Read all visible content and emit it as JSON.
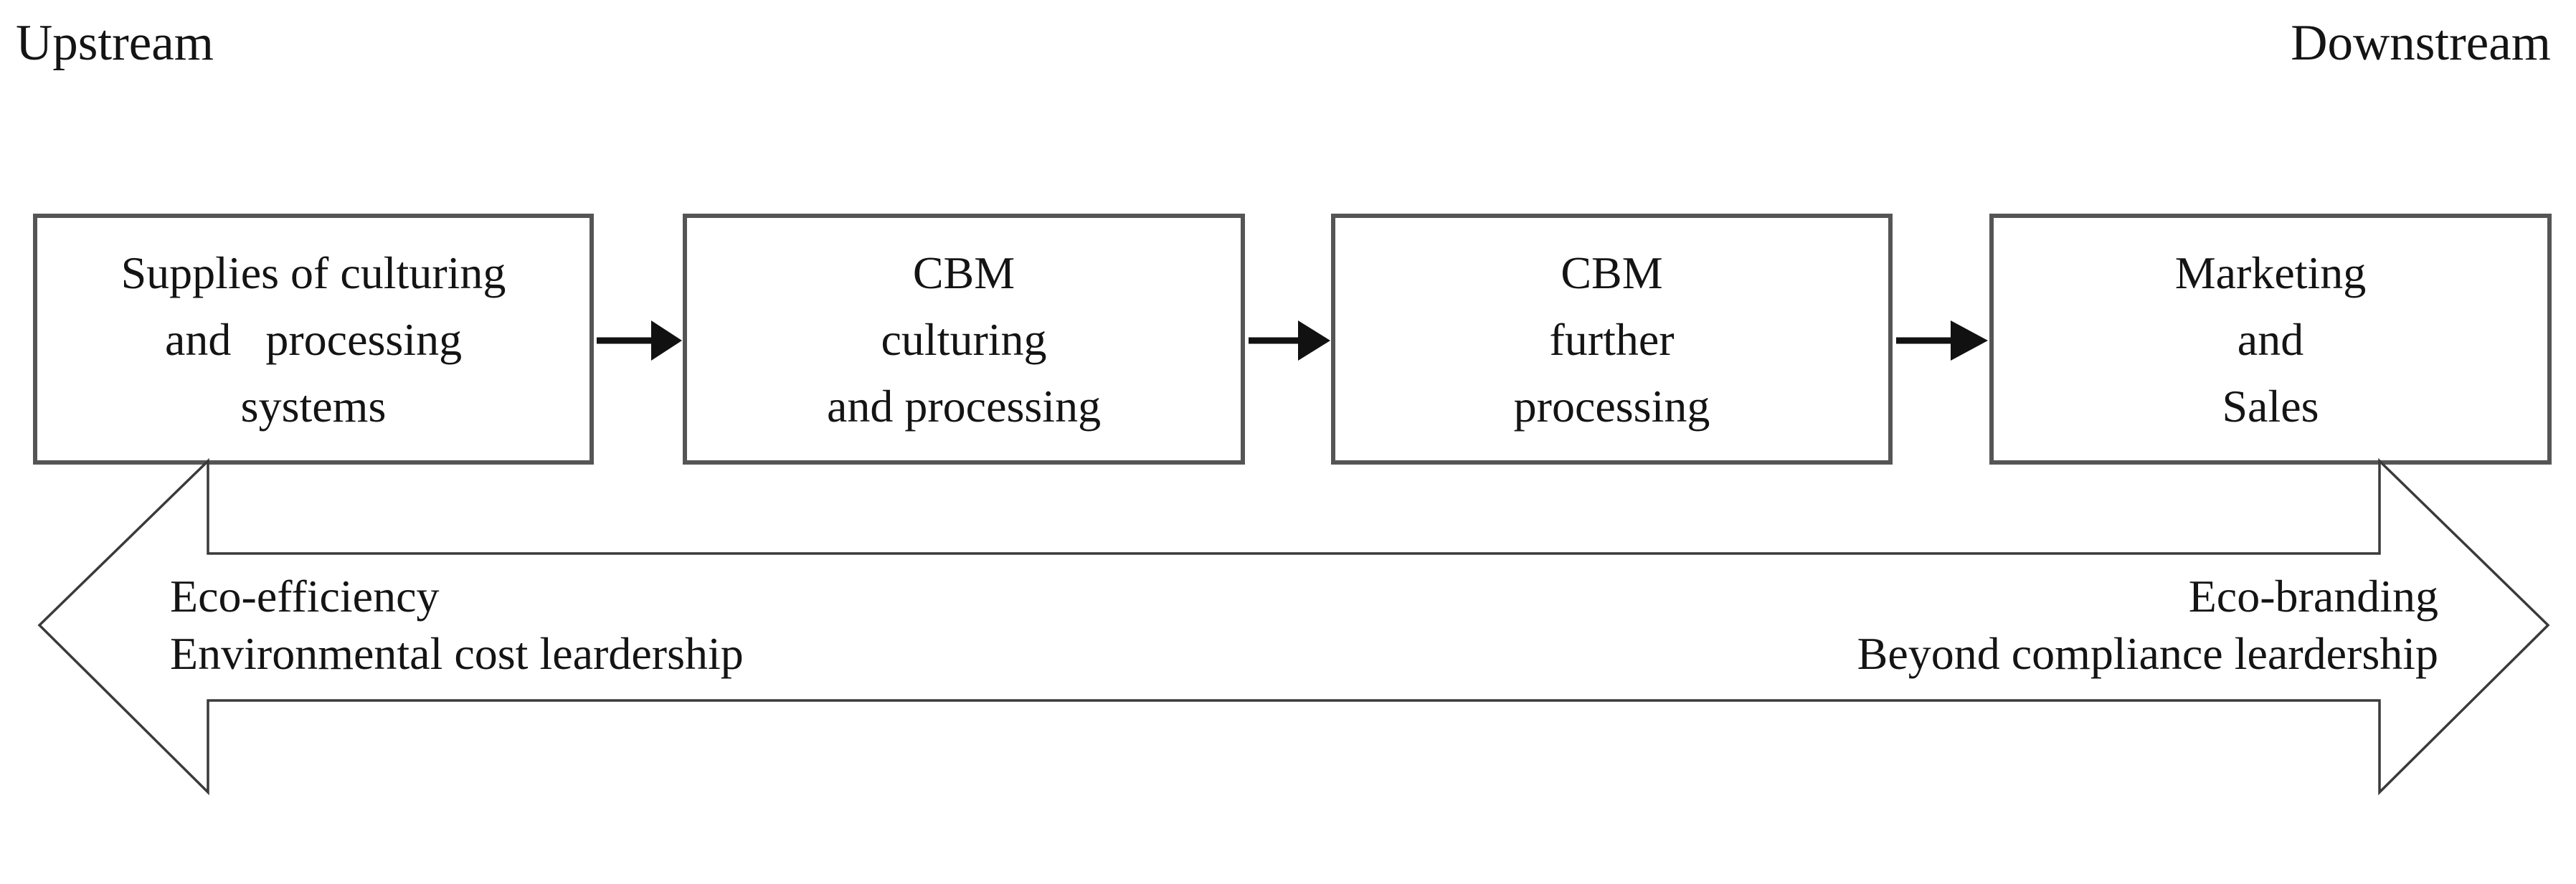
{
  "figure": {
    "upstream_label": "Upstream",
    "downstream_label": "Downstream"
  },
  "chain_boxes": [
    {
      "lines": [
        "Supplies of culturing",
        "and   processing",
        "systems"
      ]
    },
    {
      "lines": [
        "CBM",
        "culturing",
        "and processing"
      ]
    },
    {
      "lines": [
        "CBM",
        "further",
        "processing"
      ]
    },
    {
      "lines": [
        "Marketing",
        "and",
        "Sales"
      ]
    }
  ],
  "strategy_arrow": {
    "left_lines": [
      "Eco-efficiency",
      "Environmental cost leardership"
    ],
    "right_lines": [
      "Eco-branding",
      "Beyond compliance leardership"
    ]
  },
  "colors": {
    "background": "#ffffff",
    "text": "#141414",
    "box_border": "#555555",
    "arrow_outline": "#3a3a3a",
    "connector": "#111111"
  }
}
